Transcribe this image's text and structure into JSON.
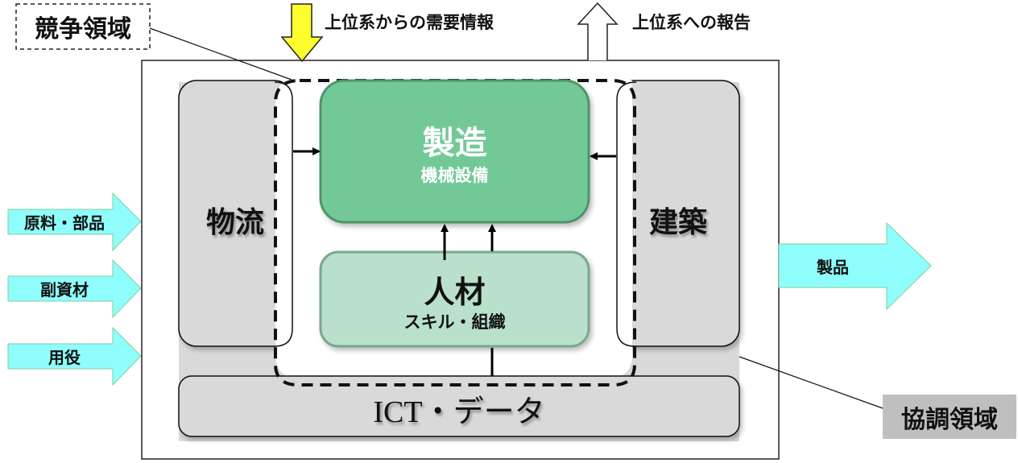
{
  "diagram": {
    "callouts": {
      "competitive_area": "競争領域",
      "cooperative_area": "協調領域"
    },
    "top_flows": {
      "demand_in": "上位系からの需要情報",
      "report_out": "上位系への報告"
    },
    "inputs": [
      {
        "label": "原料・部品"
      },
      {
        "label": "副資材"
      },
      {
        "label": "用役"
      }
    ],
    "output": {
      "label": "製品"
    },
    "blocks": {
      "logistics": {
        "label": "物流"
      },
      "construction": {
        "label": "建築"
      },
      "manufacturing": {
        "title": "製造",
        "subtitle": "機械設備"
      },
      "human_resources": {
        "title": "人材",
        "subtitle": "スキル・組織"
      },
      "ict": {
        "label": "ICT・データ"
      }
    },
    "colors": {
      "input_arrow_fill": "#8ffdfb",
      "input_arrow_stroke": "#7fcfa0",
      "demand_arrow_fill": "#ffff2e",
      "manufacturing_fill": "#72c997",
      "manufacturing_stroke": "#4f9467",
      "hr_fill": "#b9e0cb",
      "hr_stroke": "#7aa88c",
      "gray_block_fill": "#d9d9d9",
      "coop_label_fill": "#bfbfbf"
    }
  }
}
